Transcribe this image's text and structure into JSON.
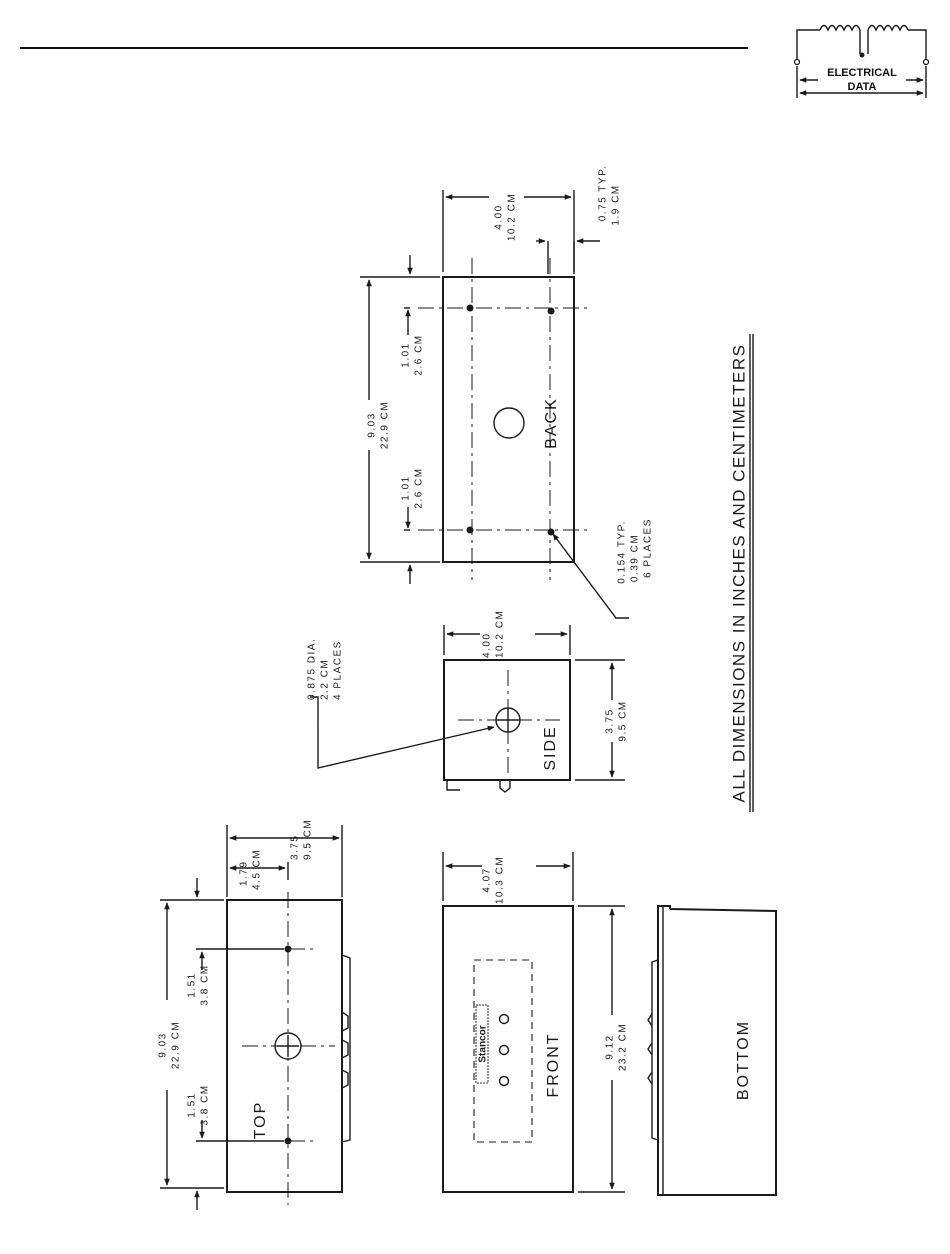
{
  "logo": {
    "line1": "ELECTRICAL",
    "line2": "DATA"
  },
  "note": "ALL DIMENSIONS IN INCHES AND CENTIMETERS",
  "views": {
    "back": {
      "label": "BACK",
      "width": [
        "4.00",
        "10.2 CM"
      ],
      "length": [
        "9.03",
        "22.9 CM"
      ],
      "offset_top": [
        "1.01",
        "2.6 CM"
      ],
      "offset_bottom": [
        "1.01",
        "2.6 CM"
      ],
      "flange": [
        "0.75 TYP.",
        "1.9 CM"
      ],
      "holes": [
        "0.154 TYP.",
        "0.39 CM",
        "6 PLACES"
      ]
    },
    "side": {
      "label": "SIDE",
      "width": [
        "4.00",
        "10.2 CM"
      ],
      "height": [
        "3.75",
        "9.5 CM"
      ],
      "knockout": [
        "0.875 DIA.",
        "2.2 CM",
        "4 PLACES"
      ]
    },
    "top": {
      "label": "TOP",
      "length": [
        "9.03",
        "22.9 CM"
      ],
      "offset_a": [
        "1.51",
        "3.8 CM"
      ],
      "offset_b": [
        "1.51",
        "3.8 CM"
      ],
      "center": [
        "1.79",
        "4.5 CM"
      ],
      "height": [
        "3.75",
        "9.5 CM"
      ]
    },
    "front": {
      "label": "FRONT",
      "nameplate": "Stancor",
      "width": [
        "4.07",
        "10.3 CM"
      ],
      "length": [
        "9.12",
        "23.2 CM"
      ]
    },
    "bottom": {
      "label": "BOTTOM"
    }
  }
}
